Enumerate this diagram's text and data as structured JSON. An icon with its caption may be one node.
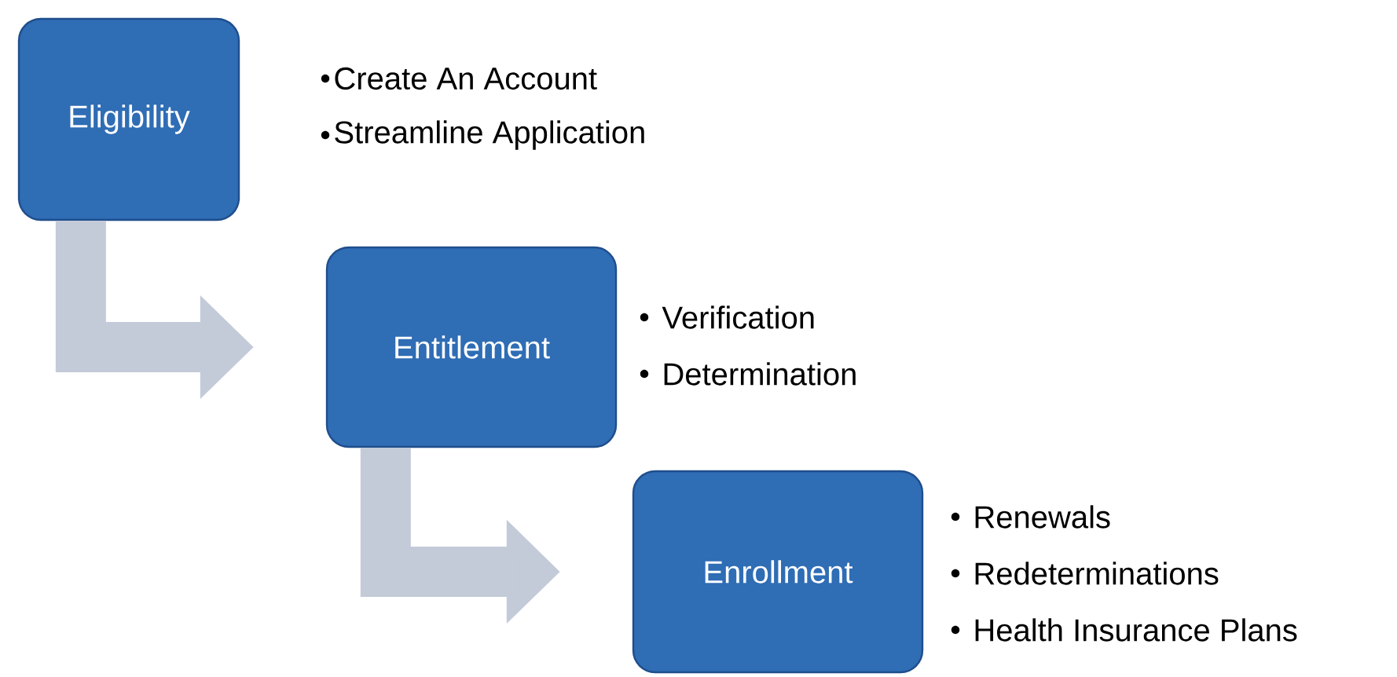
{
  "diagram": {
    "nodes": [
      {
        "text": [
          "Eligibility"
        ],
        "beside": [
          "Create An Account",
          "Streamline Application"
        ]
      },
      {
        "text": [
          "Entitlement"
        ],
        "beside": [
          "Verification",
          "Determination"
        ]
      },
      {
        "text": [
          "Enrollment"
        ],
        "beside": [
          "Renewals",
          "Redeterminations",
          "Health Insurance Plans"
        ]
      }
    ],
    "edges": [
      {
        "from": 0,
        "to": 1,
        "arrow": "to"
      },
      {
        "from": 1,
        "to": 2,
        "arrow": "to"
      }
    ]
  }
}
